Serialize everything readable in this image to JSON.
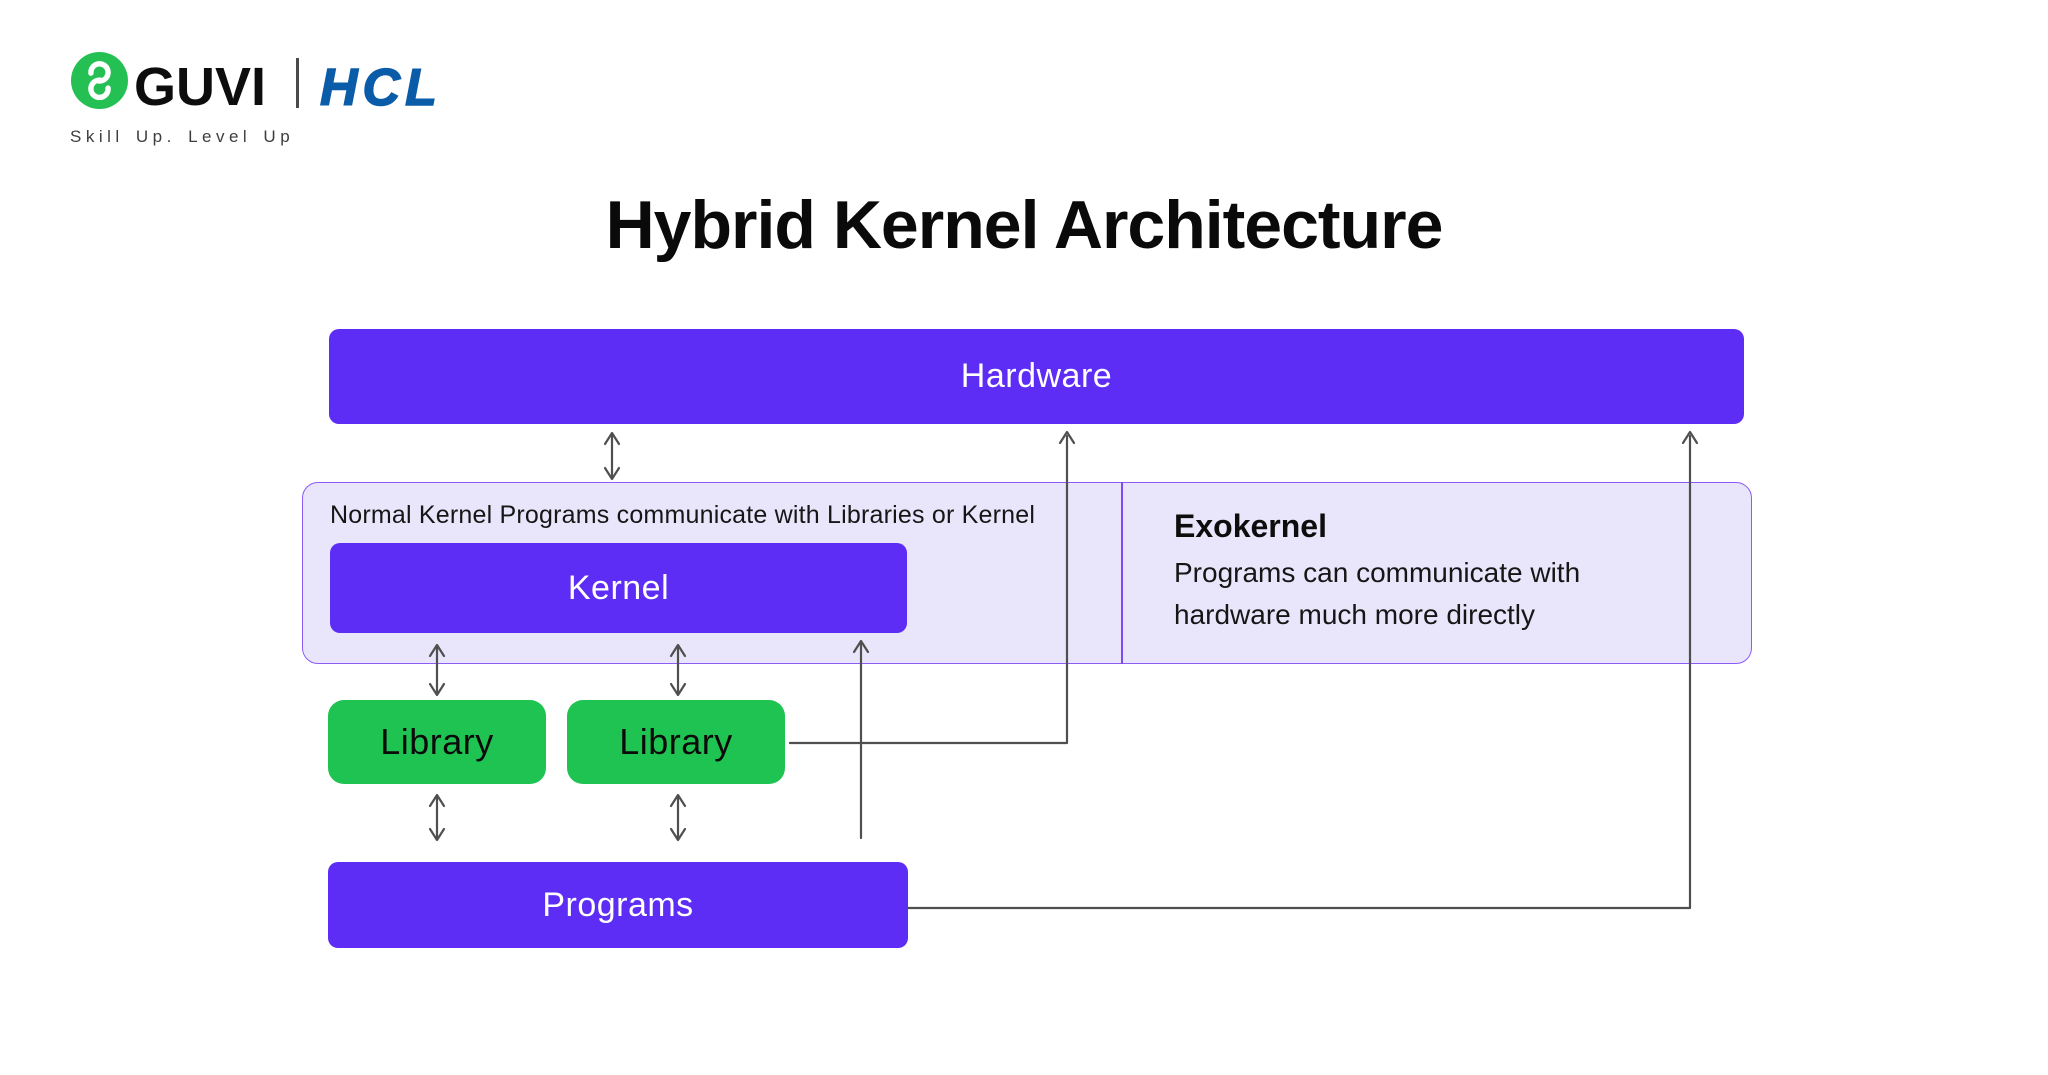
{
  "header": {
    "guvi": "GUVI",
    "hcl": "HCL",
    "tagline": "Skill Up. Level Up"
  },
  "title": "Hybrid Kernel Architecture",
  "diagram": {
    "hardware": "Hardware",
    "kernel_section": {
      "note": "Normal Kernel Programs communicate with Libraries or Kernel",
      "kernel": "Kernel"
    },
    "exokernel_section": {
      "heading": "Exokernel",
      "description_line1": "Programs can communicate with",
      "description_line2": "hardware much more directly"
    },
    "libraries": [
      "Library",
      "Library"
    ],
    "programs": "Programs"
  },
  "icons": {
    "logo": "guvi-logo-icon"
  },
  "colors": {
    "purple": "#5D2DF5",
    "green": "#1FC351",
    "guvi_green": "#24C053",
    "panel_bg": "#E9E5FA",
    "panel_border": "#8B5CF6",
    "panel_divider": "#7D4DF3",
    "arrow": "#4F4F4F",
    "hcl_blue": "#0B5CA8",
    "text_dark": "#161616"
  }
}
